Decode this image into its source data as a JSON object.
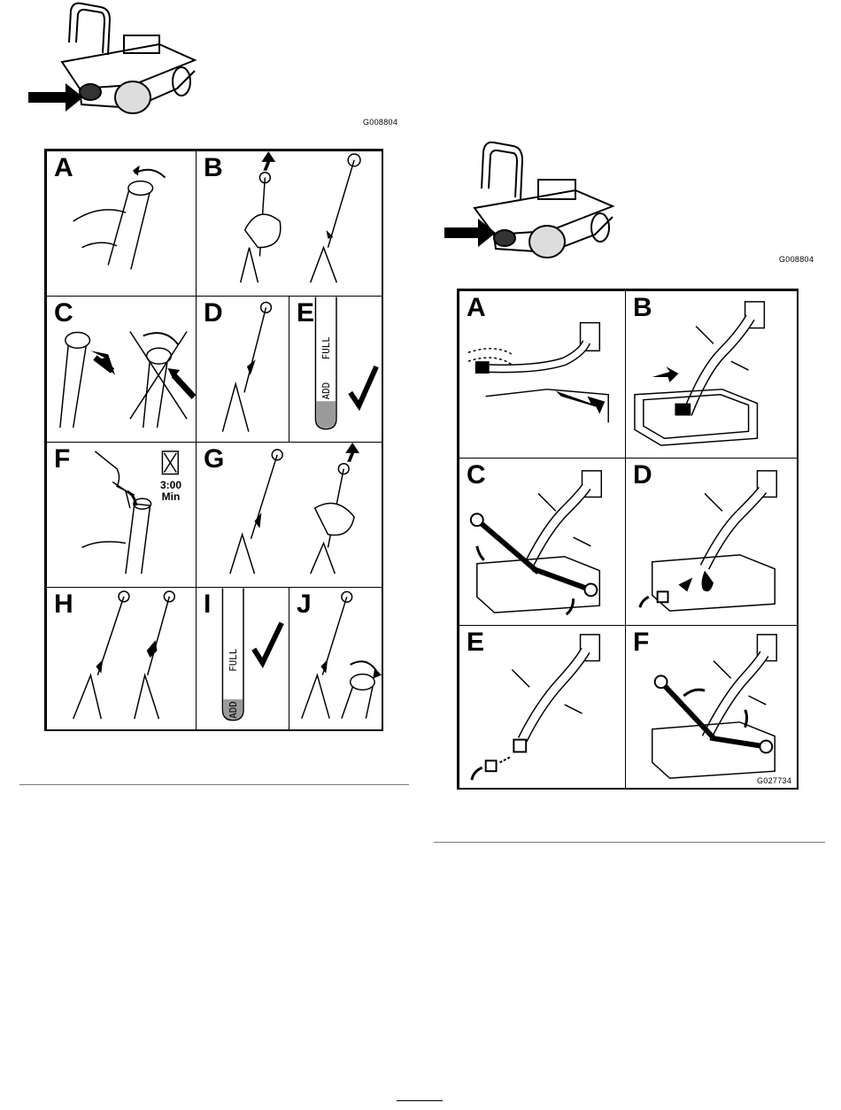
{
  "figures": {
    "left_mower": {
      "code": "G008804"
    },
    "right_mower": {
      "code": "G008804"
    },
    "left_grid": {
      "panels": [
        {
          "letter": "A"
        },
        {
          "letter": "B"
        },
        {
          "letter": "C"
        },
        {
          "letter": "D"
        },
        {
          "letter": "E"
        },
        {
          "letter": "F"
        },
        {
          "letter": "G"
        },
        {
          "letter": "H"
        },
        {
          "letter": "I"
        },
        {
          "letter": "J"
        }
      ],
      "timer": {
        "time": "3:00",
        "unit": "Min"
      },
      "gauge": {
        "add": "ADD",
        "full": "FULL"
      }
    },
    "right_grid": {
      "code": "G027734",
      "panels": [
        {
          "letter": "A"
        },
        {
          "letter": "B"
        },
        {
          "letter": "C"
        },
        {
          "letter": "D"
        },
        {
          "letter": "E"
        },
        {
          "letter": "F"
        }
      ]
    }
  },
  "colors": {
    "ink": "#000000",
    "gauge_fill": "#9a9a9a",
    "rule": "#7a7a7a"
  }
}
